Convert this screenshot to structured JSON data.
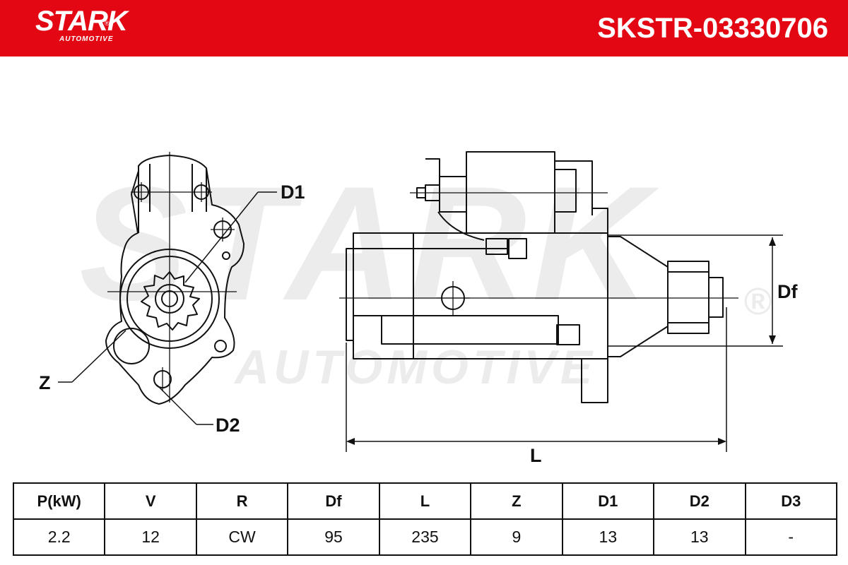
{
  "brand": {
    "name": "STARK",
    "subline": "AUTOMOTIVE",
    "registered": "®"
  },
  "part_number": "SKSTR-03330706",
  "watermark": {
    "main": "STARK",
    "sub": "AUTOMOTIVE",
    "registered": "®"
  },
  "drawing_labels": {
    "d1": "D1",
    "d2": "D2",
    "z": "Z",
    "df": "Df",
    "l": "L"
  },
  "spec_table": {
    "headers": [
      "P(kW)",
      "V",
      "R",
      "Df",
      "L",
      "Z",
      "D1",
      "D2",
      "D3"
    ],
    "values": [
      "2.2",
      "12",
      "CW",
      "95",
      "235",
      "9",
      "13",
      "13",
      "-"
    ]
  },
  "colors": {
    "brand_red": "#e30613",
    "line": "#111111",
    "watermark": "#ececec"
  }
}
